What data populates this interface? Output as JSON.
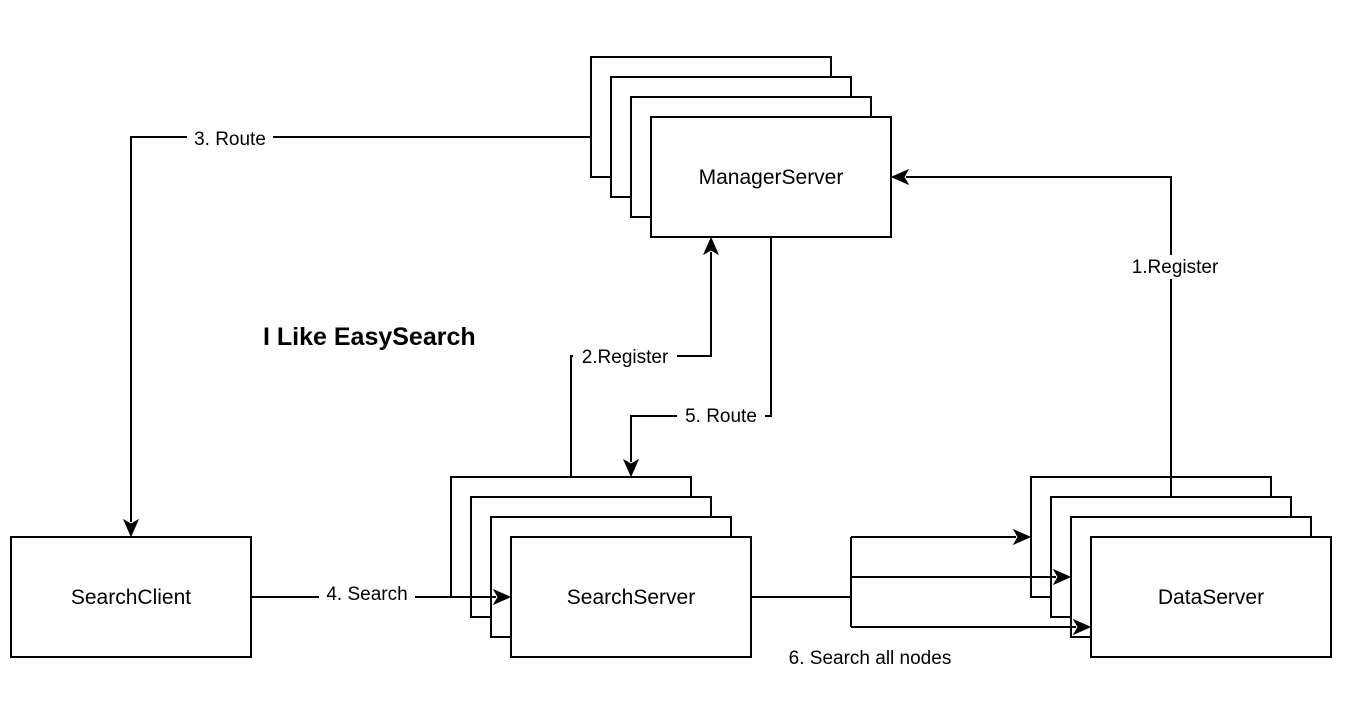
{
  "title": "I Like EasySearch",
  "nodes": {
    "manager": "ManagerServer",
    "search_server": "SearchServer",
    "data_server": "DataServer",
    "client": "SearchClient"
  },
  "edges": {
    "route_3": "3. Route",
    "register_1": "1.Register",
    "register_2": "2.Register",
    "route_5": "5. Route",
    "search_4": "4. Search",
    "search_all_6": "6. Search all nodes"
  }
}
